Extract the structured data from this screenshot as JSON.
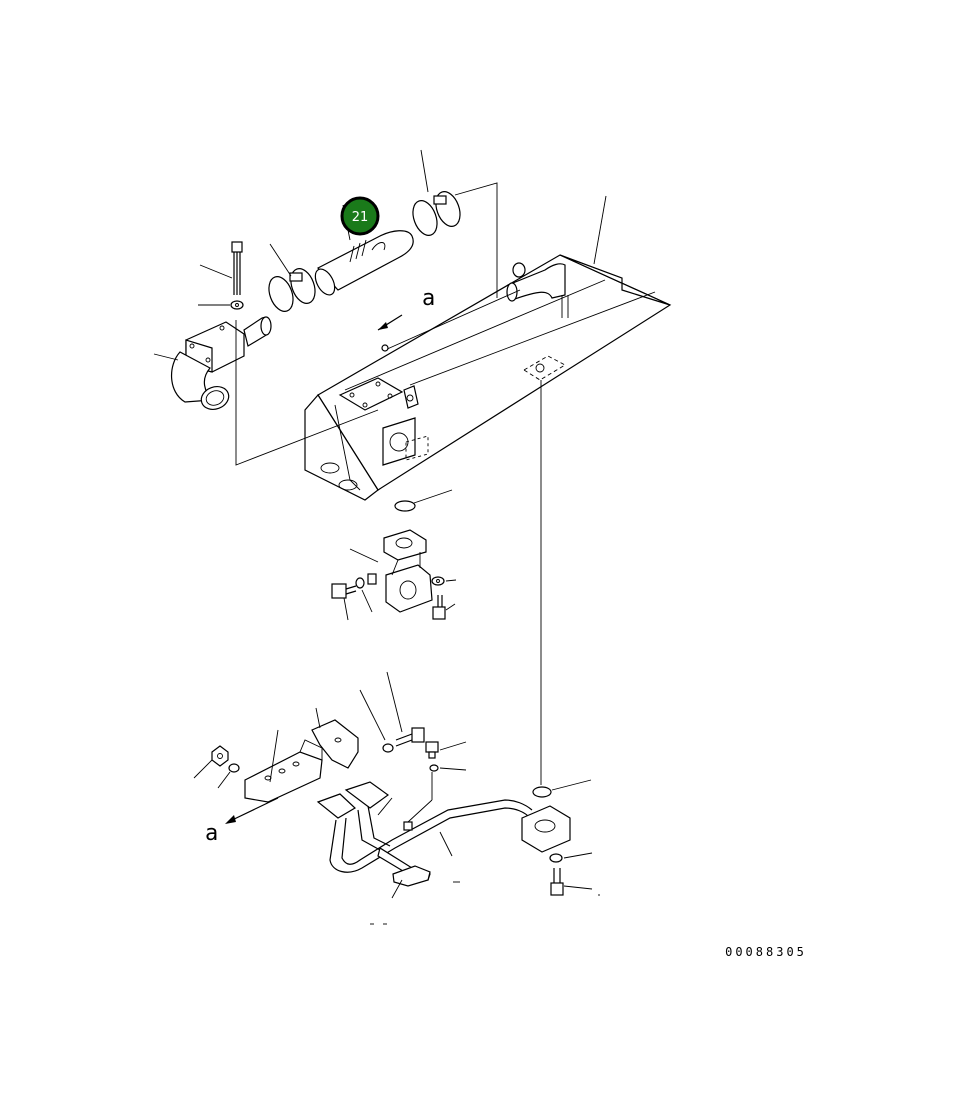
{
  "diagram": {
    "callout": {
      "number": "21",
      "fill_color": "#1a7a1a",
      "ring_color": "#000000",
      "text_color": "#ffffff"
    },
    "view_marks": [
      {
        "id": "upper",
        "label": "a"
      },
      {
        "id": "lower",
        "label": "a"
      }
    ],
    "drawing_number": "00088305"
  }
}
